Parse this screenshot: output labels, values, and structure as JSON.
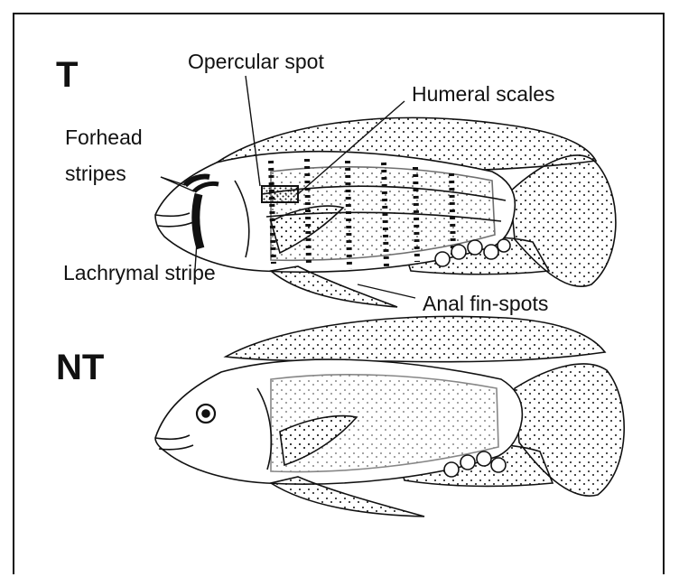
{
  "figure": {
    "panels": [
      {
        "label": "T",
        "annotations": {
          "opercular_spot": "Opercular spot",
          "humeral_scales": "Humeral scales",
          "forhead_stripes_line1": "Forhead",
          "forhead_stripes_line2": "stripes",
          "lachrymal_stripe": "Lachrymal stripe",
          "anal_fin_spots": "Anal fin-spots"
        }
      },
      {
        "label": "NT"
      }
    ],
    "colors": {
      "ink": "#111111",
      "background": "#ffffff"
    }
  }
}
